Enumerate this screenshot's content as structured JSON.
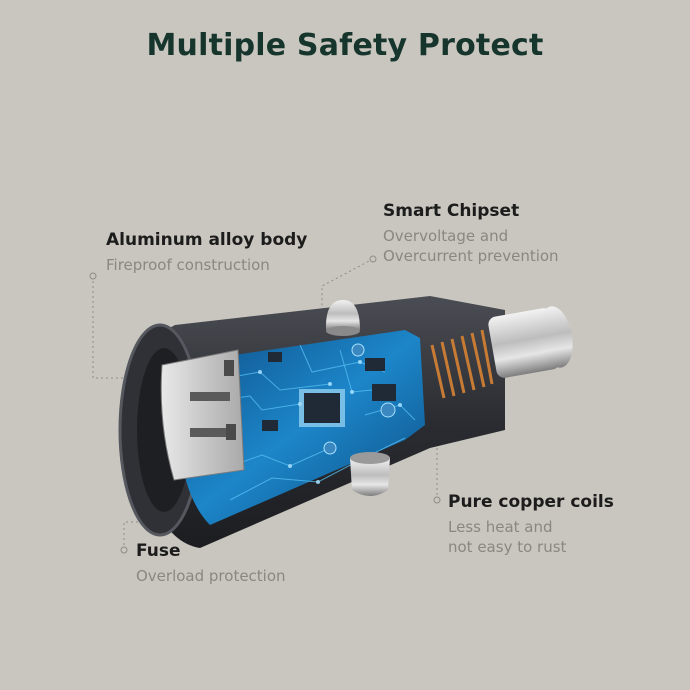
{
  "title": "Multiple Safety Protect",
  "features": {
    "alloy": {
      "title": "Aluminum alloy body",
      "desc": [
        "Fireproof construction"
      ]
    },
    "chipset": {
      "title": "Smart Chipset",
      "desc": [
        "Overvoltage and",
        "Overcurrent prevention"
      ]
    },
    "copper": {
      "title": "Pure copper coils",
      "desc": [
        "Less heat and",
        "not easy to rust"
      ]
    },
    "fuse": {
      "title": "Fuse",
      "desc": [
        "Overload protection"
      ]
    }
  },
  "colors": {
    "background": "#c9c6bf",
    "title": "#16352c",
    "label_title": "#1c1c1c",
    "label_desc": "#8a8782",
    "body": "#2b2e33",
    "circuit": "#1b8fd1"
  }
}
